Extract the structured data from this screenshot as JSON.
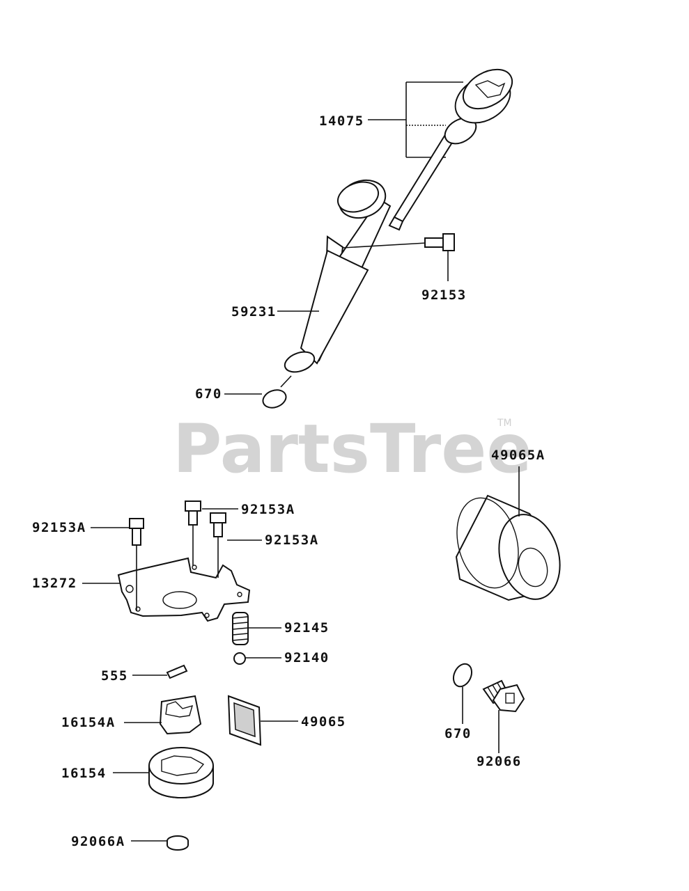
{
  "watermark": {
    "text": "PartsTree",
    "trademark": "TM"
  },
  "labels": {
    "p14075": "14075",
    "p92153": "92153",
    "p59231": "59231",
    "p670_top": "670",
    "p49065A": "49065A",
    "p92153A_left": "92153A",
    "p92153A_top": "92153A",
    "p92153A_right": "92153A",
    "p13272": "13272",
    "p92145": "92145",
    "p92140": "92140",
    "p555": "555",
    "p16154A": "16154A",
    "p49065": "49065",
    "p16154": "16154",
    "p670_bottom": "670",
    "p92066": "92066",
    "p92066A": "92066A"
  }
}
